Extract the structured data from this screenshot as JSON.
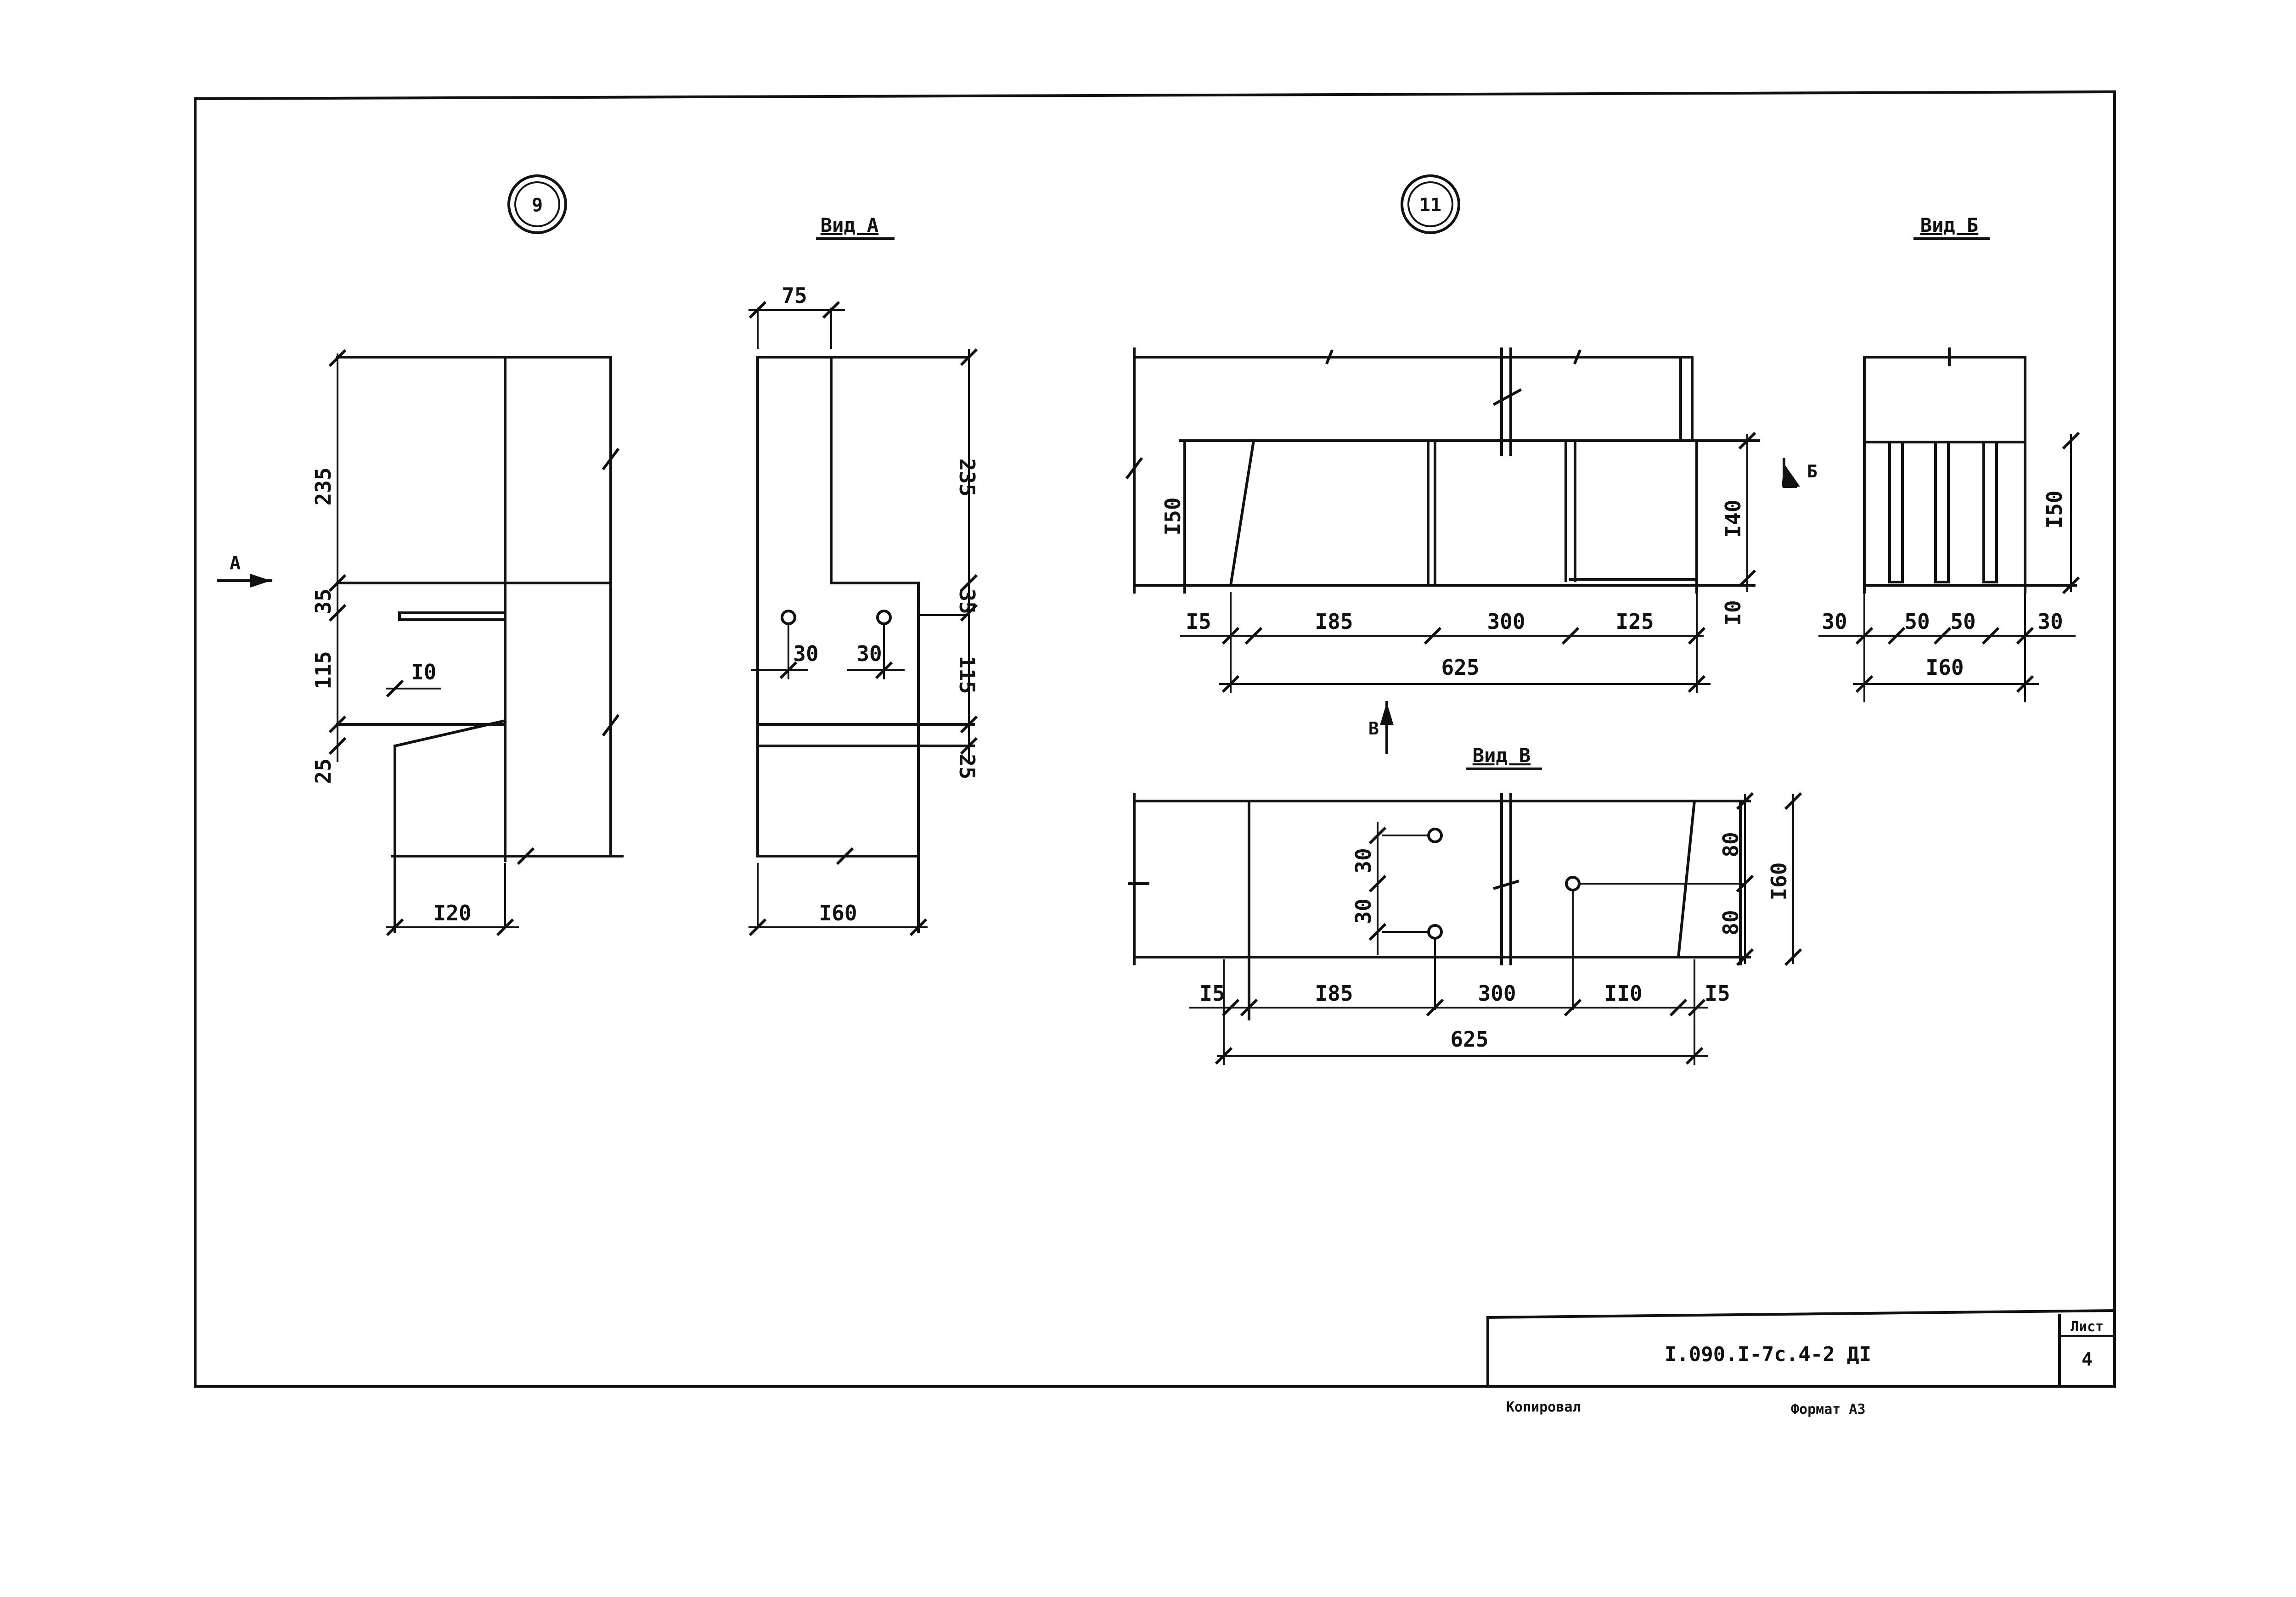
{
  "details": {
    "d9": {
      "marker": "9",
      "dims": {
        "h235": "235",
        "h35": "35",
        "h115": "115",
        "h25": "25",
        "d10": "I0",
        "w120": "I20"
      },
      "arrow_label": "A"
    },
    "viewA": {
      "title": "Вид А",
      "dims": {
        "w75": "75",
        "h235": "235",
        "h35": "35",
        "h115": "115",
        "h25": "25",
        "o30a": "30",
        "o30b": "30",
        "w160": "I60"
      }
    },
    "d11": {
      "marker": "11",
      "dims": {
        "h150": "I50",
        "h140": "I40",
        "a15": "I5",
        "a185": "I85",
        "a300": "300",
        "a125": "I25",
        "a10": "I0",
        "total625": "625"
      },
      "arrow_b_label": "Б",
      "arrow_v_label": "В"
    },
    "viewB": {
      "title": "Вид Б",
      "dims": {
        "h150": "I50",
        "c30a": "30",
        "c50a": "50",
        "c50b": "50",
        "c30b": "30",
        "w160": "I60"
      }
    },
    "viewV": {
      "title": "Вид В",
      "dims": {
        "v30a": "30",
        "v30b": "30",
        "v80a": "80",
        "v80b": "80",
        "h160": "I60",
        "b15a": "I5",
        "b185": "I85",
        "b300": "300",
        "b110": "II0",
        "b15b": "I5",
        "total625": "625"
      }
    }
  },
  "title_block": {
    "code": "I.090.I-7c.4-2 ДI",
    "sheet_label": "Лист",
    "sheet_number": "4",
    "copied": "Копировал",
    "format": "Формат А3"
  }
}
